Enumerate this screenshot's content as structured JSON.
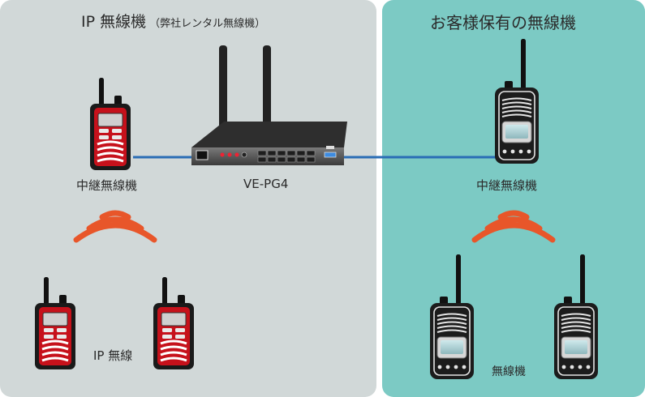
{
  "panels": {
    "left": {
      "title": "IP 無線機",
      "subtitle": "（弊社レンタル無線機）",
      "relay_label": "中継無線機",
      "radio_label": "IP 無線"
    },
    "right": {
      "title": "お客様保有の無線機",
      "relay_label": "中継無線機",
      "radio_label": "無線機"
    }
  },
  "gateway": {
    "label": "VE-PG4"
  },
  "colors": {
    "left_panel": "#d1d8d8",
    "right_panel": "#7ccac4",
    "link_line": "#2a6db5",
    "signal_waves": "#e8562a",
    "ip_radio_body": "#c6111b",
    "customer_radio_body": "#1c1c1c"
  }
}
